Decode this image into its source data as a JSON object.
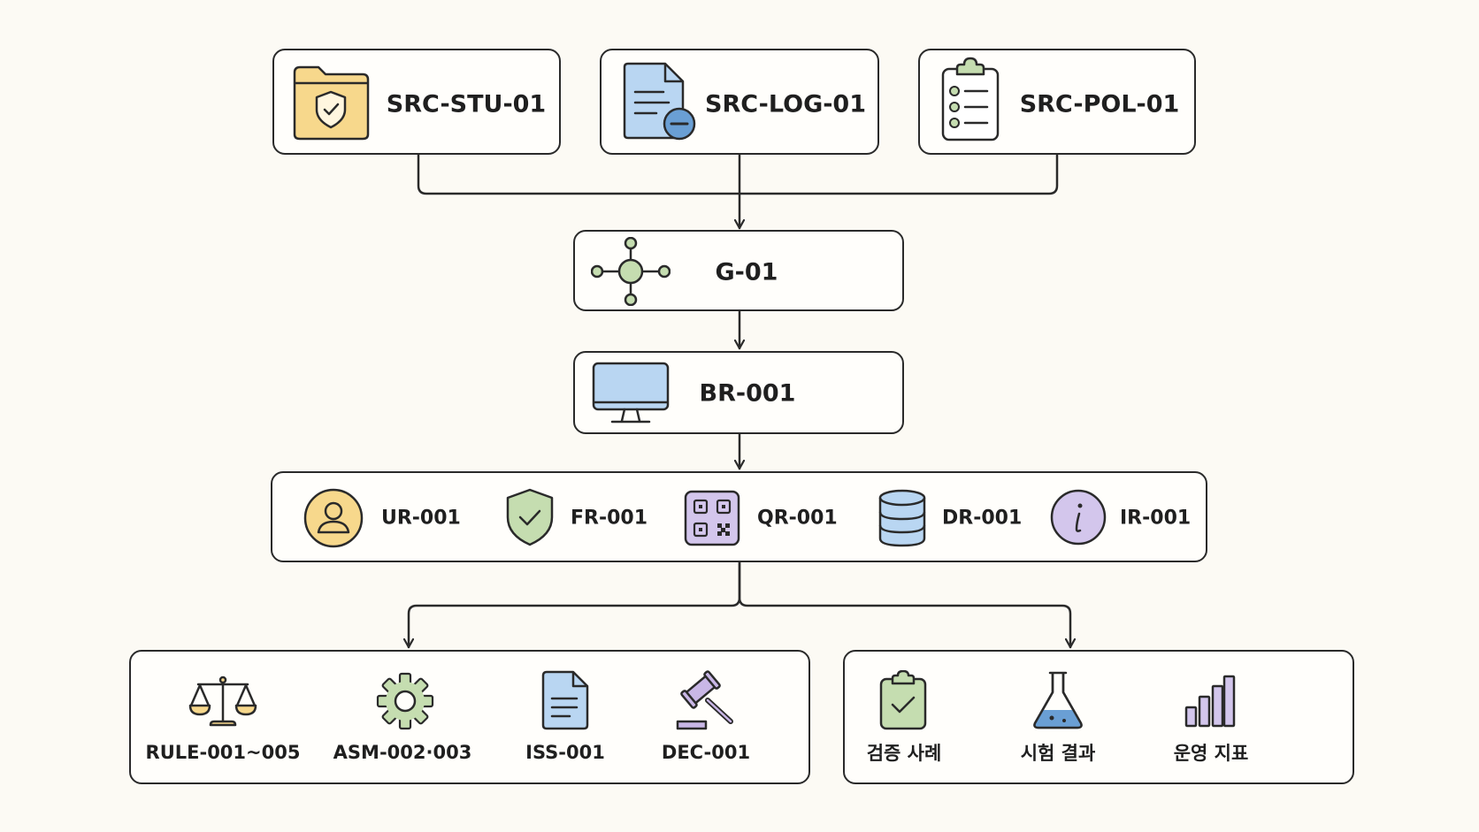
{
  "sources": [
    {
      "id": "SRC-STU-01",
      "icon": "shield-folder-icon"
    },
    {
      "id": "SRC-LOG-01",
      "icon": "document-minus-icon"
    },
    {
      "id": "SRC-POL-01",
      "icon": "clipboard-list-icon"
    }
  ],
  "graph": {
    "id": "G-01",
    "icon": "network-node-icon"
  },
  "browser": {
    "id": "BR-001",
    "icon": "monitor-icon"
  },
  "requirements": [
    {
      "id": "UR-001",
      "icon": "user-icon"
    },
    {
      "id": "FR-001",
      "icon": "shield-check-icon"
    },
    {
      "id": "QR-001",
      "icon": "qr-code-icon"
    },
    {
      "id": "DR-001",
      "icon": "database-icon"
    },
    {
      "id": "IR-001",
      "icon": "info-icon"
    }
  ],
  "outputs_left": [
    {
      "id": "RULE-001~005",
      "icon": "scales-icon"
    },
    {
      "id": "ASM-002·003",
      "icon": "gear-icon"
    },
    {
      "id": "ISS-001",
      "icon": "document-icon"
    },
    {
      "id": "DEC-001",
      "icon": "gavel-icon"
    }
  ],
  "outputs_right": [
    {
      "id": "검증 사례",
      "icon": "clipboard-check-icon"
    },
    {
      "id": "시험 결과",
      "icon": "flask-icon"
    },
    {
      "id": "운영 지표",
      "icon": "bar-chart-icon"
    }
  ],
  "colors": {
    "line": "#2a2a2a",
    "yellow": "#f7d88c",
    "blue": "#b9d6f2",
    "green": "#c5ddb0",
    "purple": "#d3c6ec",
    "background": "#fcfaf4"
  }
}
